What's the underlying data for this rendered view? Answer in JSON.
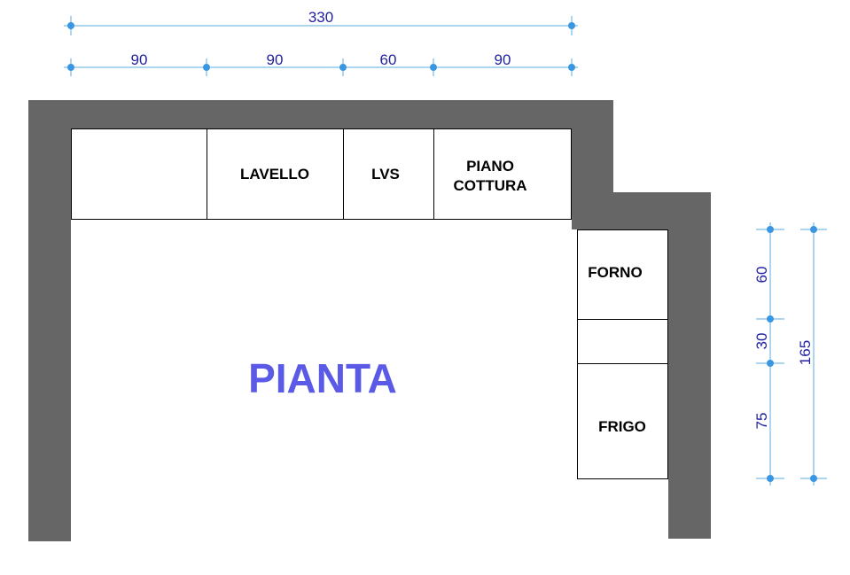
{
  "title": "PIANTA",
  "colors": {
    "wall": "#666666",
    "dimension_line": "#5aaee0",
    "dimension_point": "#3a96e0",
    "dimension_text": "#1f1fa0",
    "title": "#5a5ae6"
  },
  "cabinets": {
    "top": [
      "",
      "LAVELLO",
      "LVS",
      [
        "PIANO",
        "COTTURA"
      ]
    ],
    "right": [
      "FORNO",
      "",
      "FRIGO"
    ]
  },
  "dimensions": {
    "top_total": "330",
    "top_segments": [
      "90",
      "90",
      "60",
      "90"
    ],
    "right_segments": [
      "60",
      "30",
      "75"
    ],
    "right_total": "165"
  }
}
